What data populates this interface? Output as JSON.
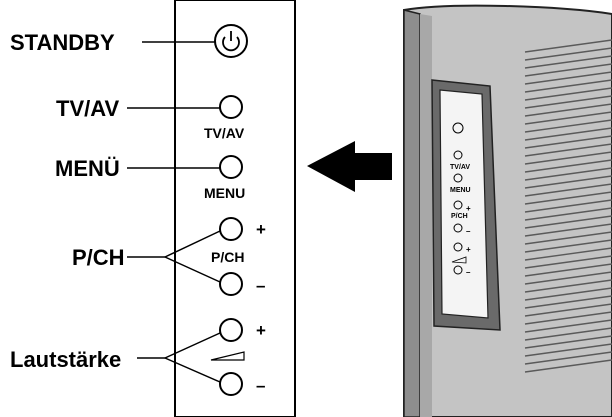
{
  "callouts": {
    "standby": "STANDBY",
    "tvav": "TV/AV",
    "menu": "MENÜ",
    "pch": "P/CH",
    "volume": "Lautstärke"
  },
  "panel_labels": {
    "tvav": "TV/AV",
    "menu": "MENU",
    "pch": "P/CH",
    "plus": "+",
    "minus": "–"
  },
  "icons": {
    "power": "power-icon",
    "volume": "volume-wedge-icon",
    "arrow": "arrow-left-icon"
  }
}
